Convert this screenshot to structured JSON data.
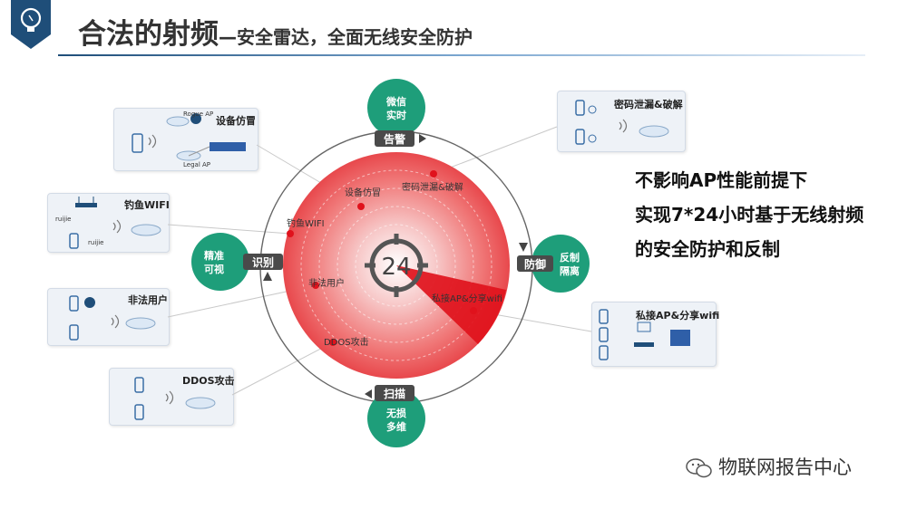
{
  "header": {
    "title": "合法的射频",
    "subtitle": "—安全雷达，全面无线安全防护"
  },
  "radar": {
    "center_value": "24",
    "threats": [
      "设备仿冒",
      "密码泄漏&破解",
      "钓鱼WIFI",
      "非法用户",
      "私接AP&分享wifi",
      "DDOS攻击"
    ],
    "ring_labels": {
      "top": "告警",
      "right": "防御",
      "bottom": "扫描",
      "left": "识别"
    },
    "nodes": {
      "top": [
        "微信",
        "实时"
      ],
      "right": [
        "反制",
        "隔离"
      ],
      "bottom": [
        "无损",
        "多维"
      ],
      "left": [
        "精准",
        "可视"
      ]
    }
  },
  "cards": {
    "device_spoof": {
      "title": "设备仿冒",
      "rogue": "Rogue AP",
      "legal": "Legal AP"
    },
    "phishing": {
      "title": "钓鱼WIFI",
      "ruijie1": "ruijie",
      "ruijie2": "ruijie"
    },
    "illegal_user": {
      "title": "非法用户"
    },
    "ddos": {
      "title": "DDOS攻击"
    },
    "password": {
      "title": "密码泄漏&破解"
    },
    "private_ap": {
      "title": "私接AP&分享wifi"
    }
  },
  "side_text": [
    "不影响AP性能前提下",
    "实现7*24小时基于无线射频",
    "的安全防护和反制"
  ],
  "watermark": "物联网报告中心",
  "colors": {
    "accent": "#1f4e79",
    "node": "#1e9e7a",
    "radar": "#e52d34",
    "ring": "#555555"
  }
}
